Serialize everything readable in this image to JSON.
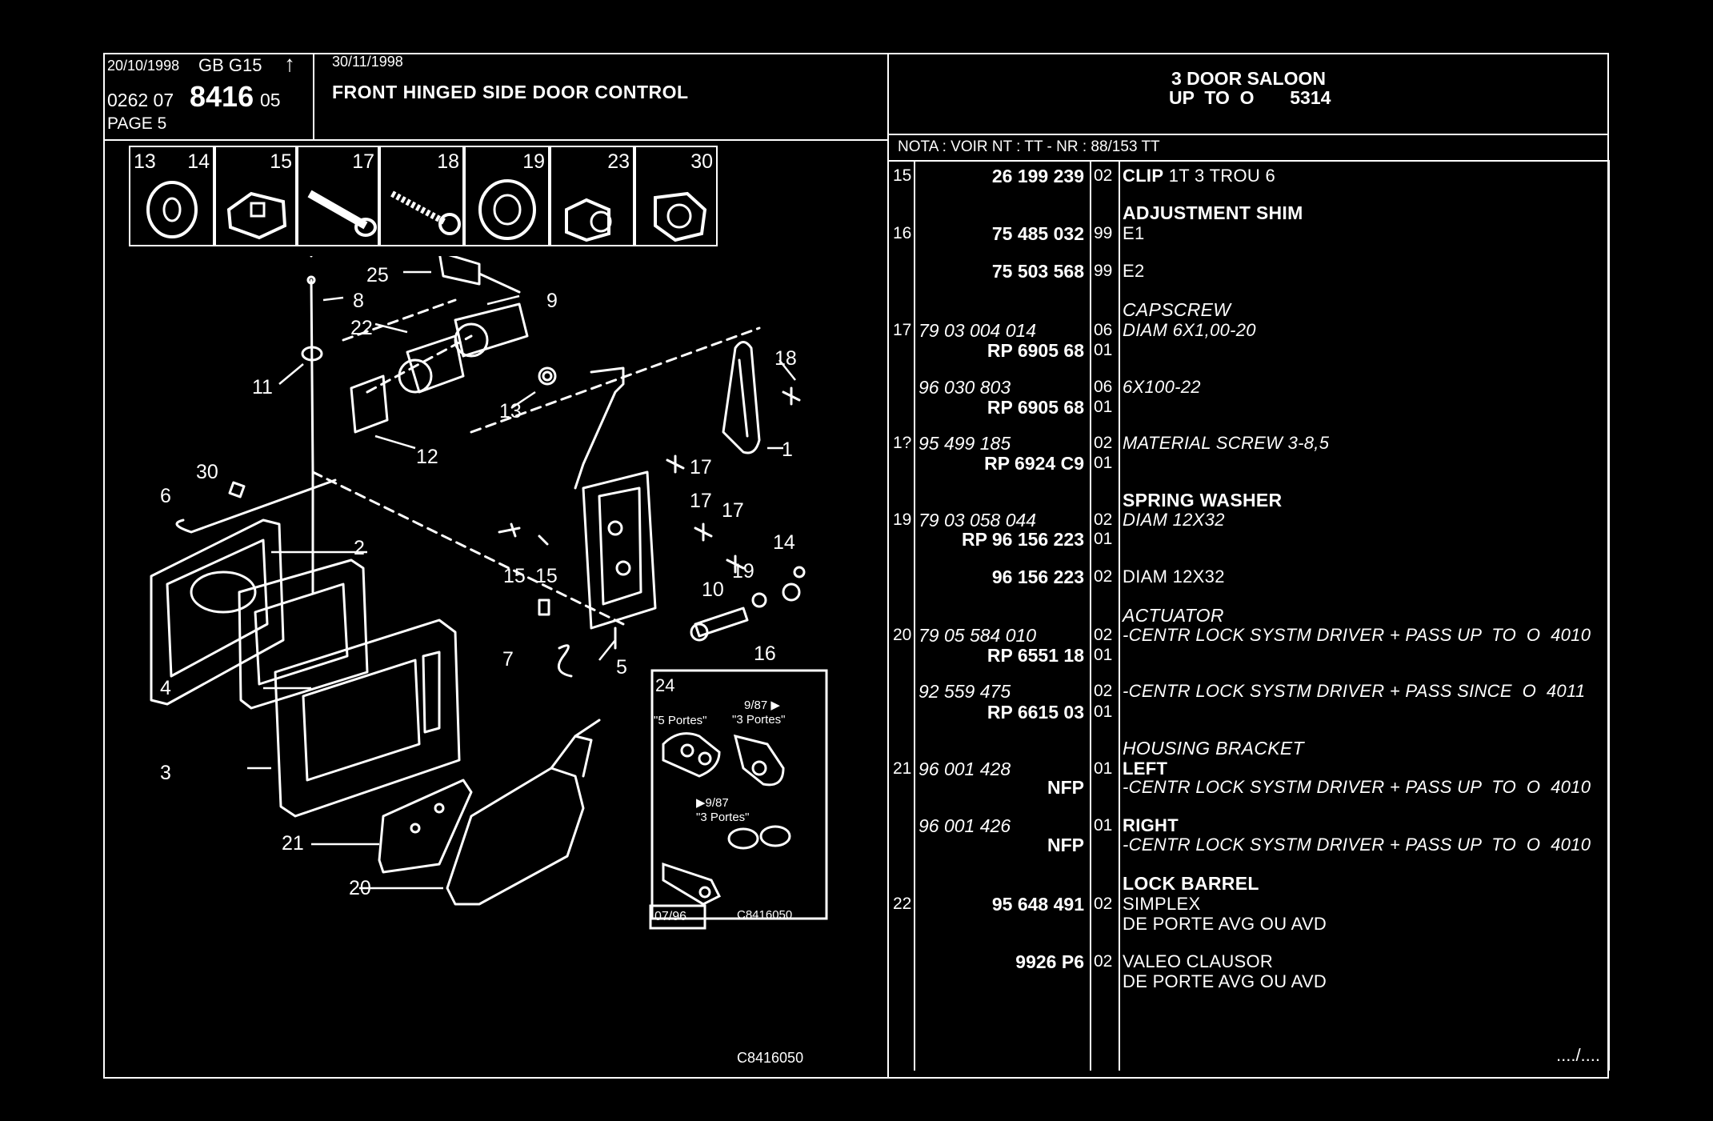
{
  "header": {
    "date_left": "20/10/1998",
    "model": "GB  G15",
    "arrow": "↑",
    "code_prefix": "0262  07",
    "code_main": "8416",
    "code_suffix": "05",
    "page": "PAGE  5",
    "date_right": "30/11/1998",
    "title": "FRONT HINGED SIDE DOOR CONTROL",
    "vehicle_line1": "3 DOOR SALOON",
    "vehicle_line2": "UP  TO  O       5314",
    "nota": "NOTA : VOIR NT : TT - NR : 88/153 TT"
  },
  "thumbnails": [
    {
      "label_a": "13",
      "label_b": "14"
    },
    {
      "label_a": "",
      "label_b": "15"
    },
    {
      "label_a": "",
      "label_b": "17"
    },
    {
      "label_a": "",
      "label_b": "18"
    },
    {
      "label_a": "",
      "label_b": "19"
    },
    {
      "label_a": "",
      "label_b": "23"
    },
    {
      "label_a": "",
      "label_b": "30"
    }
  ],
  "diagram": {
    "callouts": [
      "25",
      "8",
      "9",
      "22",
      "11",
      "13",
      "18",
      "12",
      "17",
      "1",
      "30",
      "6",
      "17",
      "17",
      "2",
      "14",
      "15",
      "15",
      "19",
      "10",
      "16",
      "7",
      "5",
      "4",
      "3",
      "21",
      "20"
    ],
    "inset": {
      "number": "24",
      "label_5portes": "\"5 Portes\"",
      "label_987a": "9/87 ▶",
      "label_3portes_a": "\"3 Portes\"",
      "label_987b": "▶9/87",
      "label_3portes_b": "\"3 Portes\"",
      "date": "07/96",
      "code": "C8416050"
    },
    "footer_code": "C8416050"
  },
  "parts": [
    {
      "idx": "15",
      "no": "26 199 239",
      "qty": "02",
      "desc": [
        {
          "text": "CLIP",
          "bold": true
        },
        {
          "text": " 1T 3 TROU 6"
        }
      ]
    },
    {
      "heading": "ADJUSTMENT SHIM",
      "heading_style": "bold"
    },
    {
      "idx": "16",
      "no": "75 485 032",
      "qty": "99",
      "desc": [
        {
          "text": "E1"
        }
      ]
    },
    {
      "idx": "",
      "no": "75 503 568",
      "qty": "99",
      "desc": [
        {
          "text": "E2"
        }
      ]
    },
    {
      "heading": "CAPSCREW",
      "heading_style": "italic"
    },
    {
      "idx": "17",
      "no": "79 03 004 014",
      "qty": "06",
      "italic": true,
      "desc": [
        {
          "text": "DIAM 6X1,00-20",
          "italic": true
        }
      ]
    },
    {
      "idx": "",
      "no": "RP  6905 68",
      "qty": "01",
      "desc": []
    },
    {
      "idx": "",
      "no": "96 030 803",
      "qty": "06",
      "italic": true,
      "desc": [
        {
          "text": "6X100-22",
          "italic": true
        }
      ]
    },
    {
      "idx": "",
      "no": "RP  6905 68",
      "qty": "01",
      "desc": []
    },
    {
      "idx": "1?",
      "no": "95 499 185",
      "qty": "02",
      "italic": true,
      "desc": [
        {
          "text": "MATERIAL SCREW 3-8,5",
          "italic": true
        }
      ]
    },
    {
      "idx": "",
      "no": "RP  6924 C9",
      "qty": "01",
      "desc": []
    },
    {
      "heading": "SPRING WASHER",
      "heading_style": "bold"
    },
    {
      "idx": "19",
      "no": "79 03 058 044",
      "qty": "02",
      "italic": true,
      "desc": [
        {
          "text": "DIAM 12X32",
          "italic": true
        }
      ]
    },
    {
      "idx": "",
      "no": "RP   96 156 223",
      "qty": "01",
      "desc": []
    },
    {
      "idx": "",
      "no": "96 156 223",
      "qty": "02",
      "desc": [
        {
          "text": "DIAM 12X32"
        }
      ]
    },
    {
      "heading": "ACTUATOR",
      "heading_style": "italic"
    },
    {
      "idx": "20",
      "no": "79 05 584 010",
      "qty": "02",
      "italic": true,
      "desc": [
        {
          "text": "-CENTR LOCK SYSTM DRIVER + PASS UP  TO  O  4010",
          "italic": true
        }
      ]
    },
    {
      "idx": "",
      "no": "RP  6551 18",
      "qty": "01",
      "desc": []
    },
    {
      "idx": "",
      "no": "92 559 475",
      "qty": "02",
      "italic": true,
      "desc": [
        {
          "text": "-CENTR LOCK SYSTM DRIVER + PASS SINCE  O  4011",
          "italic": true
        }
      ]
    },
    {
      "idx": "",
      "no": "RP  6615 03",
      "qty": "01",
      "desc": []
    },
    {
      "heading": "HOUSING BRACKET",
      "heading_style": "italic"
    },
    {
      "idx": "21",
      "no": "96 001 428",
      "qty": "01",
      "italic": true,
      "desc": [
        {
          "text": "LEFT",
          "bold": true
        }
      ]
    },
    {
      "idx": "",
      "no": "NFP",
      "qty": "",
      "desc": [
        {
          "text": "-CENTR LOCK SYSTM DRIVER + PASS UP  TO  O  4010",
          "italic": true
        }
      ]
    },
    {
      "idx": "",
      "no": "96 001 426",
      "qty": "01",
      "italic": true,
      "desc": [
        {
          "text": "RIGHT",
          "bold": true
        }
      ]
    },
    {
      "idx": "",
      "no": "NFP",
      "qty": "",
      "desc": [
        {
          "text": "-CENTR LOCK SYSTM DRIVER + PASS UP  TO  O  4010",
          "italic": true
        }
      ]
    },
    {
      "heading": "LOCK BARREL",
      "heading_style": "bold"
    },
    {
      "idx": "22",
      "no": "95 648 491",
      "qty": "02",
      "desc": [
        {
          "text": "SIMPLEX"
        }
      ]
    },
    {
      "idx": "",
      "no": "",
      "qty": "",
      "desc": [
        {
          "text": "DE PORTE AVG OU AVD"
        }
      ]
    },
    {
      "idx": "",
      "no": "9926 P6",
      "qty": "02",
      "desc": [
        {
          "text": "VALEO CLAUSOR"
        }
      ]
    },
    {
      "idx": "",
      "no": "",
      "qty": "",
      "desc": [
        {
          "text": "DE PORTE AVG OU AVD"
        }
      ]
    }
  ],
  "continued": "..../...."
}
